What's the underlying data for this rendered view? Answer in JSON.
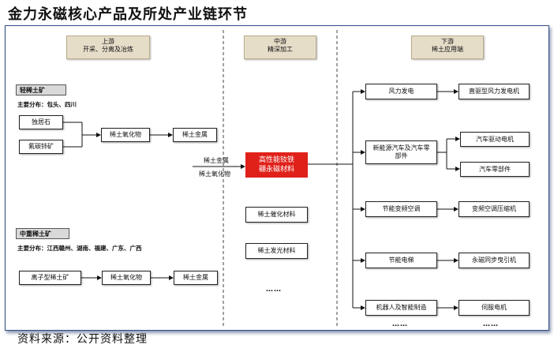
{
  "title": "金力永磁核心产品及所处产业链环节",
  "source": "资料来源：公开资料整理",
  "upstream": {
    "name": "上游",
    "desc": "开采、分离及冶炼"
  },
  "midstream": {
    "name": "中游",
    "desc": "精深加工"
  },
  "downstream": {
    "name": "下游",
    "desc": "稀土应用端"
  },
  "light": {
    "tag": "轻稀土矿",
    "dist": "主要分布：包头、四川",
    "ore1": "独居石",
    "ore2": "氟碳铈矿",
    "oxide": "稀土氧化物",
    "metal": "稀土金属"
  },
  "heavy": {
    "tag": "中重稀土矿",
    "dist": "主要分布：江西赣州、湖南、福建、广东、广西",
    "ore": "离子型稀土矿",
    "oxide": "稀土氧化物",
    "metal": "稀土金属"
  },
  "inputs": {
    "metal": "稀土金属",
    "oxide": "稀土氧化物"
  },
  "core_line1": "高性能钕铁",
  "core_line2": "硼永磁材料",
  "mid_items": [
    "稀土催化材料",
    "稀土发光材料"
  ],
  "mid_dots": "……",
  "down_left": [
    "风力发电",
    "新能源汽车及汽车零部件",
    "节能变频空调",
    "节能电梯",
    "机器人及智能制造"
  ],
  "down_right": [
    "直驱型风力发电机",
    "汽车驱动电机",
    "汽车零部件",
    "变频空调压缩机",
    "永磁同步曳引机",
    "伺服电机"
  ],
  "down_dots_left": "……",
  "down_dots_right": "……"
}
